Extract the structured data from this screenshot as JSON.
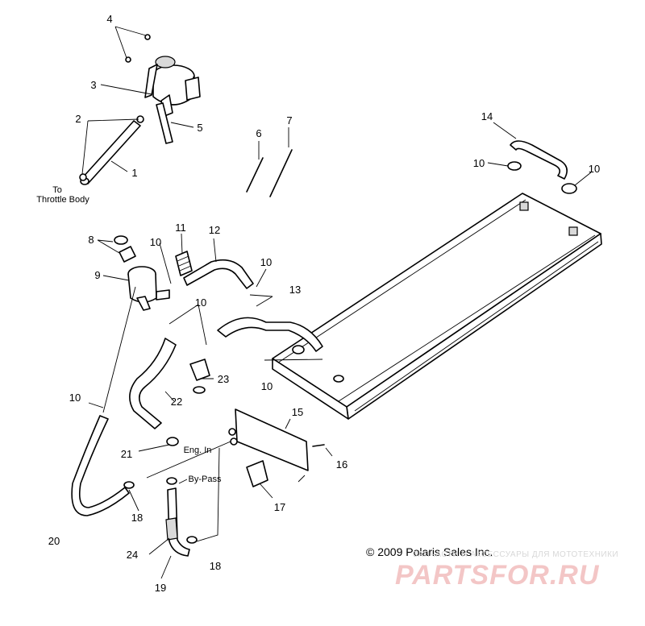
{
  "callouts": {
    "c1": "1",
    "c2": "2",
    "c3": "3",
    "c4": "4",
    "c5": "5",
    "c6": "6",
    "c7": "7",
    "c8": "8",
    "c9": "9",
    "c10a": "10",
    "c10b": "10",
    "c10c": "10",
    "c10d": "10",
    "c10e": "10",
    "c10f": "10",
    "c10g": "10",
    "c11": "11",
    "c12": "12",
    "c13": "13",
    "c14": "14",
    "c15": "15",
    "c16": "16",
    "c17": "17",
    "c18a": "18",
    "c18b": "18",
    "c19": "19",
    "c20": "20",
    "c21": "21",
    "c22": "22",
    "c23": "23",
    "c24": "24"
  },
  "labels": {
    "to": "To",
    "throttle_body": "Throttle Body",
    "eng_in": "Eng. In",
    "by_pass": "By-Pass"
  },
  "copyright": "© 2009 Polaris Sales Inc.",
  "watermark": {
    "subtitle": "ЗАПЧАСТИ И АКСЕССУАРЫ ДЛЯ МОТОТЕХНИКИ",
    "brand": "PARTSFOR.RU"
  }
}
